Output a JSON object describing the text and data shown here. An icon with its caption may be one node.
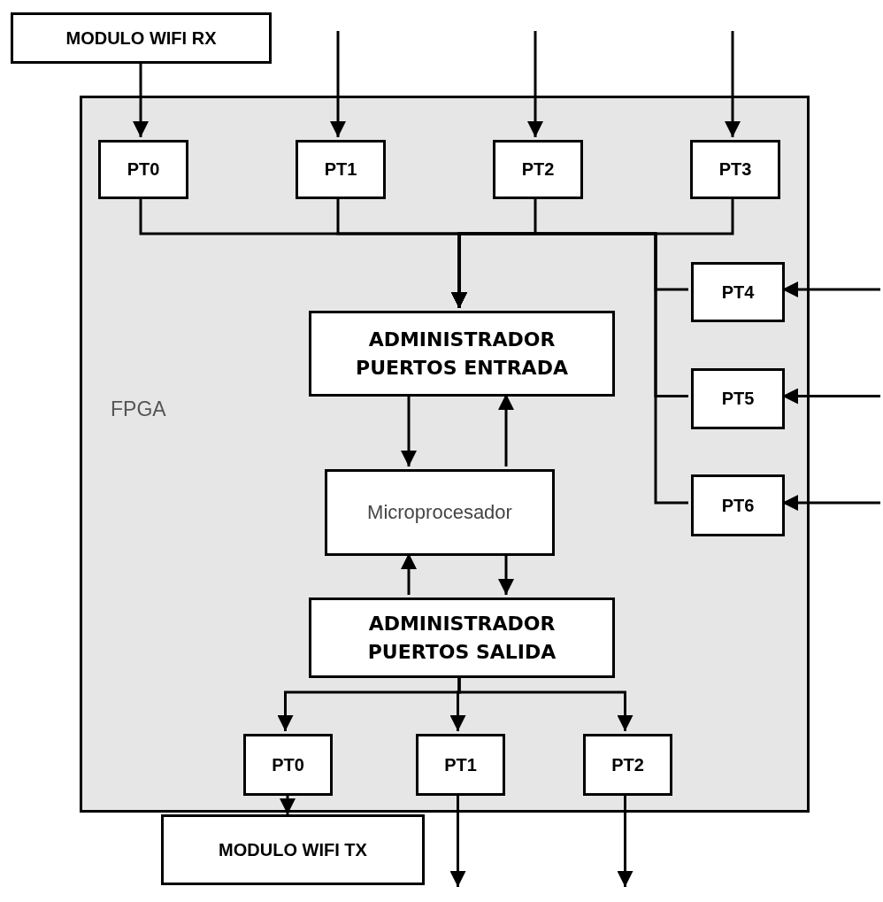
{
  "diagram": {
    "nodes": [
      {
        "text": [
          "MODULO WIFI RX"
        ]
      },
      {
        "text": [
          "FPGA"
        ]
      },
      {
        "text": [
          "PT0"
        ],
        "in": 1
      },
      {
        "text": [
          "PT1"
        ],
        "in": 1
      },
      {
        "text": [
          "PT2"
        ],
        "in": 1
      },
      {
        "text": [
          "PT3"
        ],
        "in": 1
      },
      {
        "text": [
          "PT4"
        ],
        "in": 1
      },
      {
        "text": [
          "PT5"
        ],
        "in": 1
      },
      {
        "text": [
          "PT6"
        ],
        "in": 1
      },
      {
        "text": [
          "ADMINISTRADOR PUERTOS ENTRADA"
        ],
        "in": 1
      },
      {
        "text": [
          "Microprocesador"
        ],
        "in": 1
      },
      {
        "text": [
          "ADMINISTRADOR PUERTOS SALIDA"
        ],
        "in": 1
      },
      {
        "text": [
          "PT0"
        ],
        "in": 1
      },
      {
        "text": [
          "PT1"
        ],
        "in": 1
      },
      {
        "text": [
          "PT2"
        ],
        "in": 1
      },
      {
        "text": [
          "MODULO WIFI TX"
        ]
      }
    ],
    "edges": [
      {
        "from": 0,
        "to": 2,
        "arrow": "to"
      },
      {
        "from": null,
        "to": 3,
        "arrow": "to"
      },
      {
        "from": null,
        "to": 4,
        "arrow": "to"
      },
      {
        "from": null,
        "to": 5,
        "arrow": "to"
      },
      {
        "from": 2,
        "to": 9,
        "arrow": "to"
      },
      {
        "from": 3,
        "to": 9,
        "arrow": "to"
      },
      {
        "from": 4,
        "to": 9,
        "arrow": "to"
      },
      {
        "from": 5,
        "to": 9,
        "arrow": "to"
      },
      {
        "from": 6,
        "to": 9,
        "arrow": "to"
      },
      {
        "from": 7,
        "to": 9,
        "arrow": "to"
      },
      {
        "from": 8,
        "to": 9,
        "arrow": "to"
      },
      {
        "from": null,
        "to": 6,
        "arrow": "to"
      },
      {
        "from": null,
        "to": 7,
        "arrow": "to"
      },
      {
        "from": null,
        "to": 8,
        "arrow": "to"
      },
      {
        "from": 9,
        "to": 10,
        "arrow": "to"
      },
      {
        "from": 10,
        "to": 9,
        "arrow": "to"
      },
      {
        "from": 11,
        "to": 10,
        "arrow": "to"
      },
      {
        "from": 10,
        "to": 11,
        "arrow": "to"
      },
      {
        "from": 11,
        "to": 12,
        "arrow": "to"
      },
      {
        "from": 11,
        "to": 13,
        "arrow": "to"
      },
      {
        "from": 11,
        "to": 14,
        "arrow": "to"
      },
      {
        "from": 12,
        "to": 15,
        "arrow": "to"
      },
      {
        "from": 13,
        "to": null,
        "arrow": "to"
      },
      {
        "from": 14,
        "to": null,
        "arrow": "to"
      }
    ]
  }
}
